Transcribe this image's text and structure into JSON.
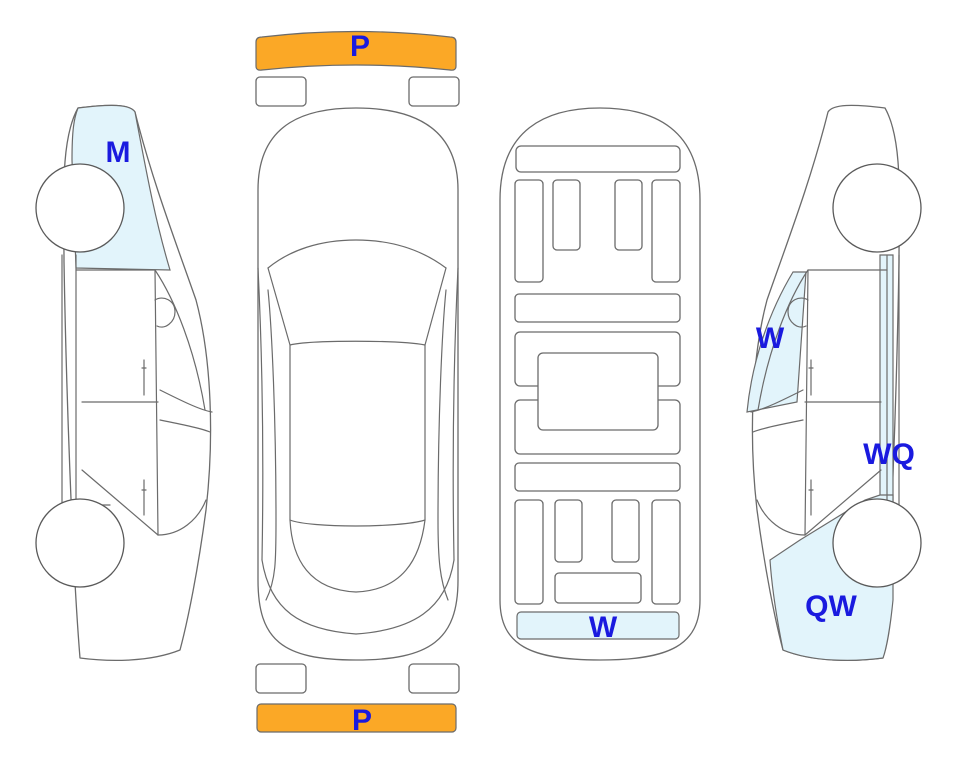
{
  "colors": {
    "damage_fill": "#e2f4fb",
    "bumper_fill": "#fba826",
    "label_color": "#1a1adf",
    "outline": "#6b6b6b"
  },
  "labels": {
    "left_front_quarter": "M",
    "front_bumper": "P",
    "rear_bumper": "P",
    "rear_panel": "W",
    "right_rear_door": "W",
    "right_sill": "WQ",
    "right_front_quarter": "QW"
  }
}
